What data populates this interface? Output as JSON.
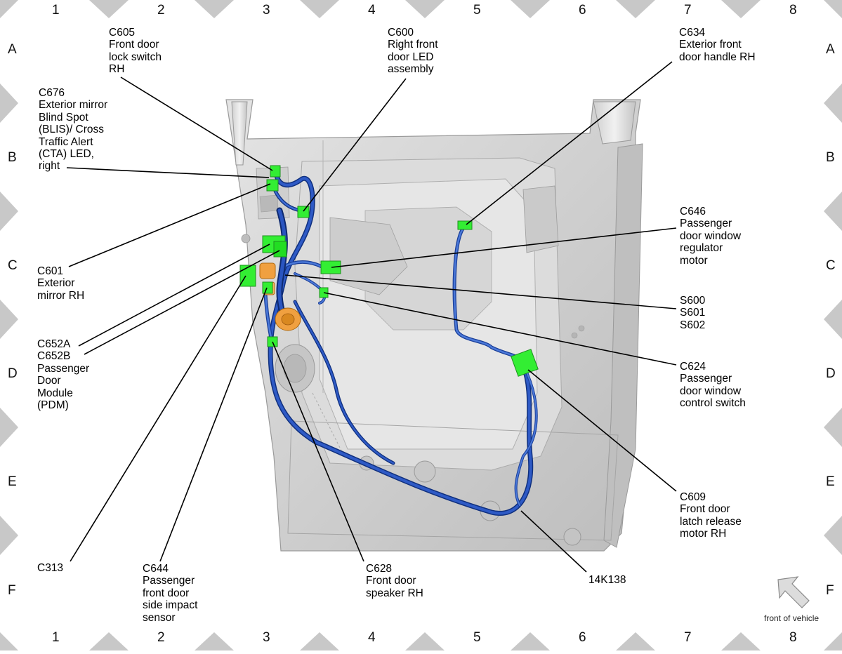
{
  "grid": {
    "columns": [
      "1",
      "2",
      "3",
      "4",
      "5",
      "6",
      "7",
      "8"
    ],
    "rows": [
      "A",
      "B",
      "C",
      "D",
      "E",
      "F"
    ]
  },
  "callouts": {
    "c605": [
      "C605",
      "Front door",
      "lock switch",
      "RH"
    ],
    "c676": [
      "C676",
      "Exterior mirror",
      "Blind Spot",
      "(BLIS)/ Cross",
      "Traffic Alert",
      "(CTA) LED,",
      "right"
    ],
    "c600": [
      "C600",
      "Right front",
      "door LED",
      "assembly"
    ],
    "c634": [
      "C634",
      "Exterior front",
      "door handle RH"
    ],
    "c646": [
      "C646",
      "Passenger",
      "door window",
      "regulator",
      "motor"
    ],
    "c601": [
      "C601",
      "Exterior",
      "mirror RH"
    ],
    "s600": [
      "S600",
      "S601",
      "S602"
    ],
    "c652": [
      "C652A",
      "C652B",
      "Passenger",
      "Door",
      "Module",
      "(PDM)"
    ],
    "c624": [
      "C624",
      "Passenger",
      "door window",
      "control switch"
    ],
    "c609": [
      "C609",
      "Front door",
      "latch release",
      "motor RH"
    ],
    "c313": [
      "C313"
    ],
    "c644": [
      "C644",
      "Passenger",
      "front door",
      "side impact",
      "sensor"
    ],
    "c628": [
      "C628",
      "Front door",
      "speaker RH"
    ],
    "harness": [
      "14K138"
    ]
  },
  "orientation": {
    "label": "front of vehicle"
  },
  "colors": {
    "connector": "#33ee33",
    "harness": "#1d48b8",
    "harness_light": "#4a78d8",
    "foam": "#f0a040",
    "panel": "#d2d2d2",
    "border_tab": "#c8c8c8"
  }
}
